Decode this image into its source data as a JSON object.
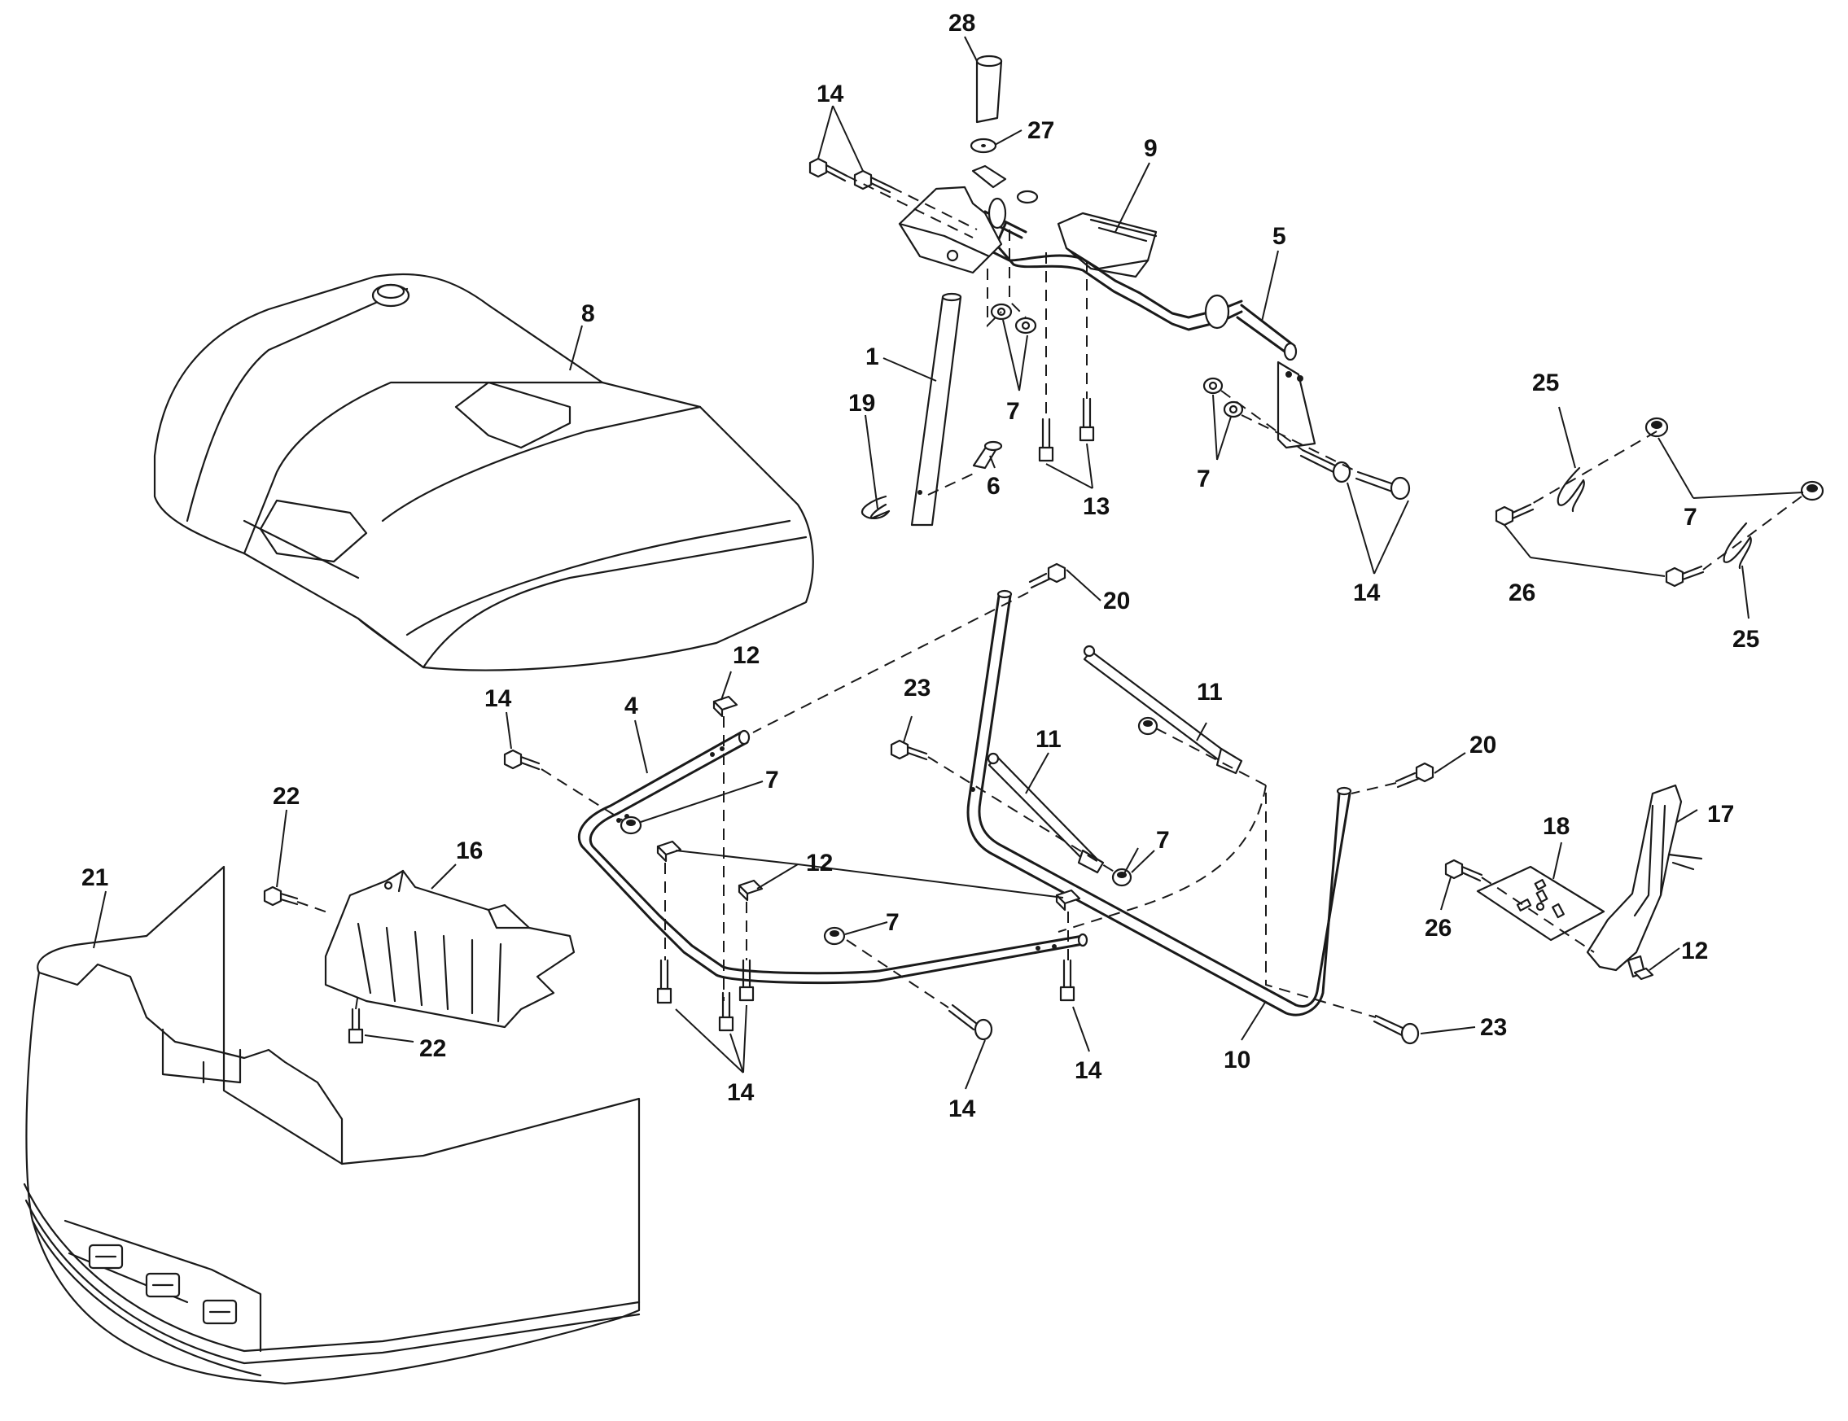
{
  "diagram": {
    "type": "exploded-parts-diagram",
    "callouts": {
      "c28": "28",
      "c27": "27",
      "c14a": "14",
      "c9": "9",
      "c5": "5",
      "c8": "8",
      "c1": "1",
      "c19": "19",
      "c7a": "7",
      "c6": "6",
      "c13": "13",
      "c7b": "7",
      "c14b": "14",
      "c25a": "25",
      "c7c": "7",
      "c26a": "26",
      "c25b": "25",
      "c20a": "20",
      "c12a": "12",
      "c14c": "14",
      "c4": "4",
      "c23a": "23",
      "c11a": "11",
      "c11b": "11",
      "c20b": "20",
      "c7d": "7",
      "c7e": "7",
      "c12b": "12",
      "c22a": "22",
      "c16": "16",
      "c21": "21",
      "c18": "18",
      "c17": "17",
      "c26b": "26",
      "c12c": "12",
      "c7f": "7",
      "c22b": "22",
      "c14d": "14",
      "c14e": "14",
      "c14f": "14",
      "c10": "10",
      "c23b": "23"
    }
  }
}
